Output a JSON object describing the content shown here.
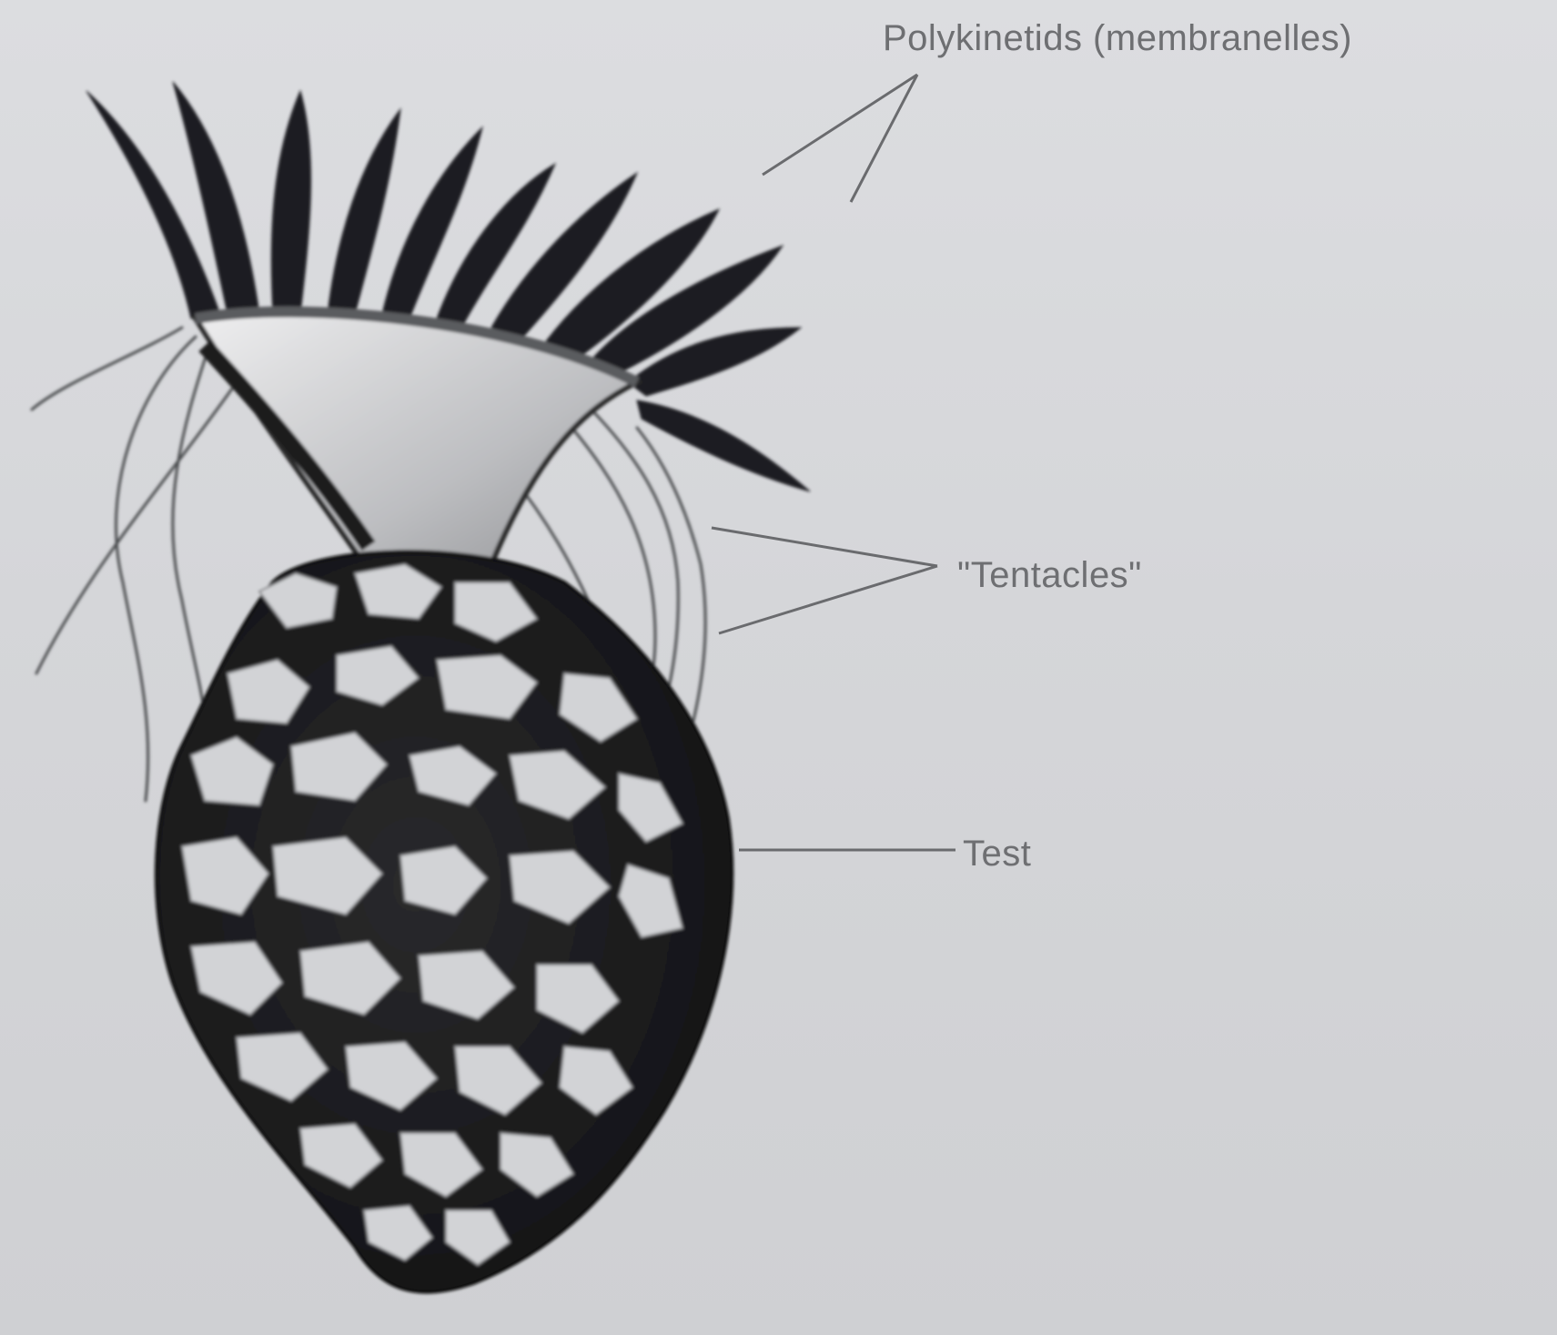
{
  "figure": {
    "labels": {
      "polykinetids": "Polykinetids (membranelles)",
      "tentacles": "\"Tentacles\"",
      "test": "Test"
    }
  },
  "colors": {
    "background": "#d6d7d9",
    "ink": "#1c1c1e",
    "label_text": "#6e6f72",
    "leader_line": "#6a6b6e"
  }
}
